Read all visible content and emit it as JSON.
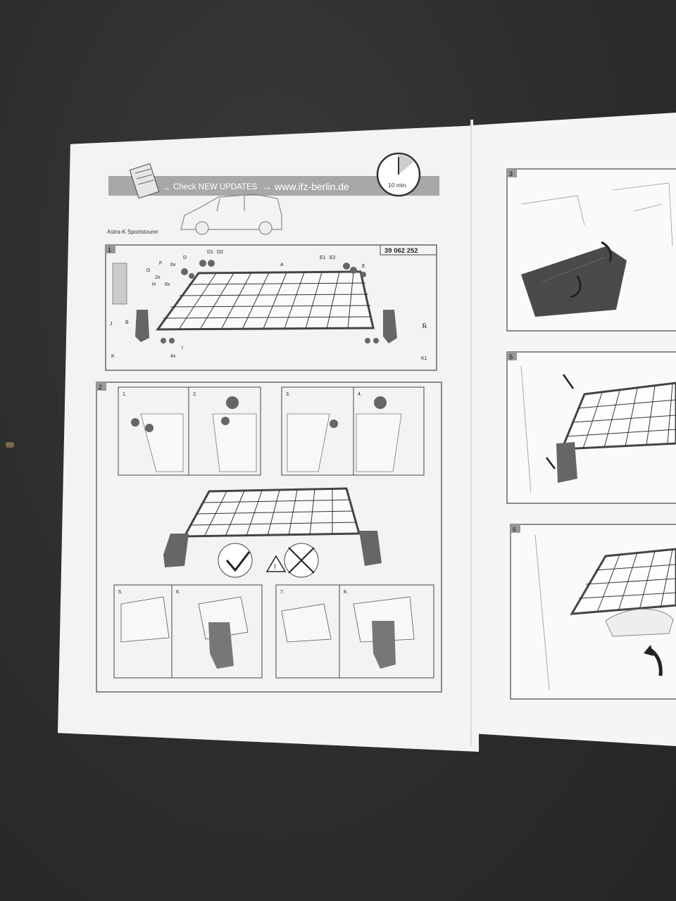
{
  "header": {
    "update_text": "Check NEW UPDATES",
    "url": "www.ifz-berlin.de",
    "time": "10 min.",
    "model": "Astra-K  Sportstourer"
  },
  "step1": {
    "number": "1",
    "part_no": "39 062 252",
    "labels": [
      "A",
      "B",
      "C",
      "D",
      "D1",
      "D2",
      "E",
      "E1",
      "E2",
      "F",
      "G",
      "H",
      "I",
      "J",
      "J1",
      "K",
      "K1"
    ],
    "quantities": [
      "6x",
      "2x",
      "6x",
      "4x"
    ]
  },
  "step2": {
    "number": "2",
    "substeps": [
      "1.",
      "2.",
      "3.",
      "4.",
      "5.",
      "6.",
      "7.",
      "8."
    ]
  },
  "right_steps": [
    "3",
    "5",
    "6"
  ],
  "colors": {
    "table": "#2f2f2f",
    "paper": "#f3f3f5",
    "ink": "#333333",
    "header_band": "#a8a8a8"
  }
}
